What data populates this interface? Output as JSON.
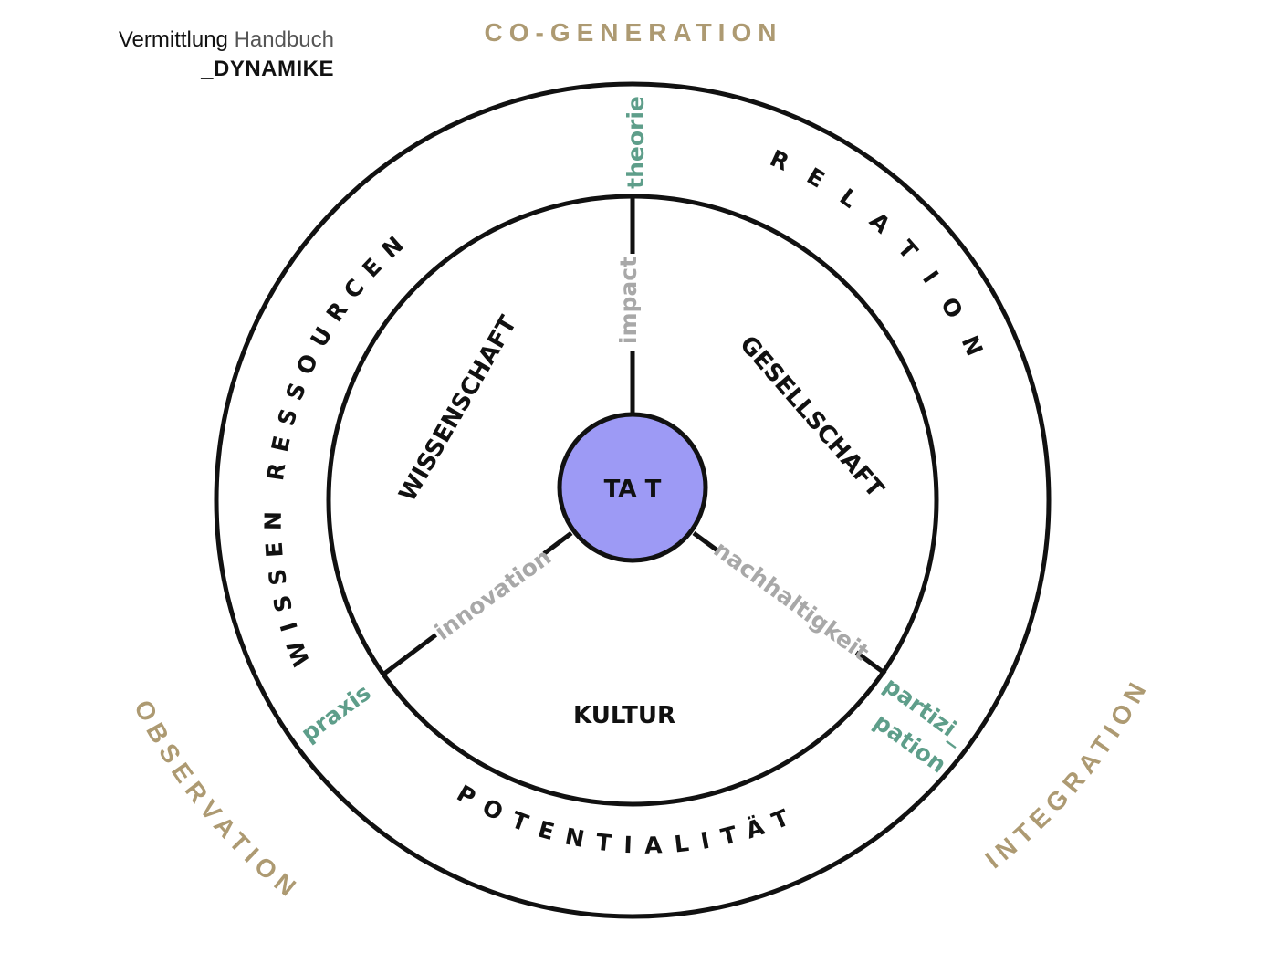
{
  "header": {
    "word1": "Vermittlung",
    "word2": "Handbuch",
    "subtitle": "_DYNAMIKE"
  },
  "outer_labels": {
    "top": "CO-GENERATION",
    "left": "OBSERVATION",
    "right": "INTEGRATION"
  },
  "ring_labels": {
    "left": "WISSEN RESSOURCEN",
    "right": "RELATION",
    "bottom": "POTENTIALITÄT"
  },
  "sectors": {
    "left": "WISSENSCHAFT",
    "right": "GESELLSCHAFT",
    "bottom": "KULTUR"
  },
  "spokes_inner": {
    "top": "impact",
    "left": "innovation",
    "right": "nachhaltigkeit"
  },
  "spokes_outer": {
    "top": "theorie",
    "left": "praxis",
    "right_line1": "partizi_",
    "right_line2": "pation"
  },
  "center": {
    "label": "TA T"
  },
  "colors": {
    "gold": "#AD9A72",
    "teal": "#5E9E8A",
    "gray": "#A8A8A8",
    "center_fill": "#9D9AF5",
    "line": "#111111"
  },
  "icons": {
    "outer-circle": "outer-ring-icon",
    "inner-circle": "inner-ring-icon",
    "center": "center-circle-icon"
  }
}
